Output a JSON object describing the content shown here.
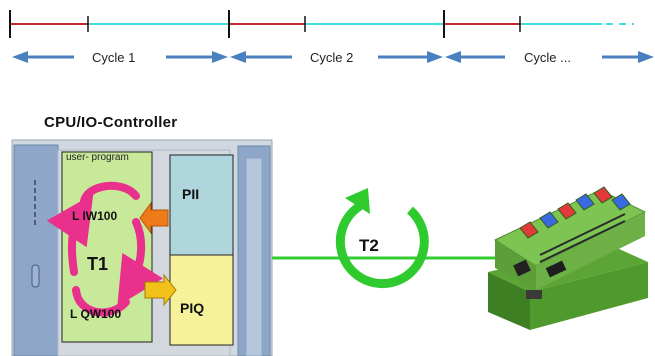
{
  "timeline": {
    "cycles": [
      {
        "label": "Cycle 1"
      },
      {
        "label": "Cycle 2"
      },
      {
        "label": "Cycle ..."
      }
    ],
    "colors": {
      "segment_start": "#c0282d",
      "segment_rest": "#41e0e0",
      "arrow": "#4a80c0"
    }
  },
  "controller": {
    "title": "CPU/IO-Controller",
    "program_label": "user- program",
    "read_instruction": "L  IW100",
    "task_label": "T1",
    "write_instruction": "L  QW100",
    "pii_label": "PII",
    "piq_label": "PIQ",
    "colors": {
      "program_bg": "#c8e89a",
      "pii_bg": "#aed6dc",
      "piq_bg": "#f6f29a",
      "cycle_arrow": "#e8308c"
    }
  },
  "network": {
    "cycle_label": "T2",
    "colors": {
      "line": "#33cc33",
      "ring": "#2eca2e"
    }
  },
  "device": {
    "icon": "io-device-icon",
    "color": "#6cbb40"
  }
}
